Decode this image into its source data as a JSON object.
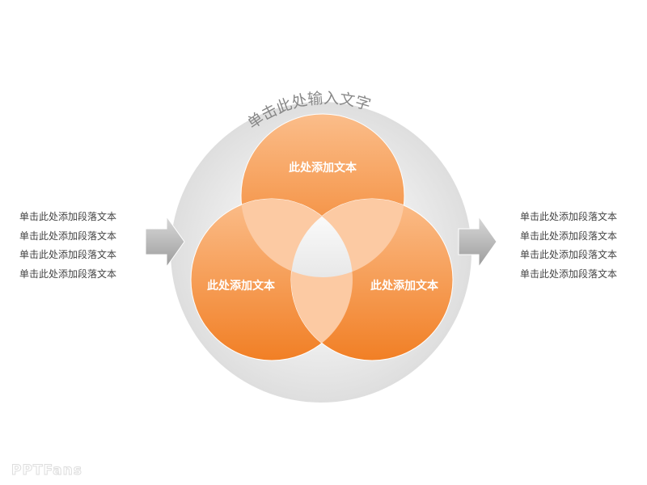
{
  "ring_title": "单击此处输入文字",
  "circles": {
    "top": "此处添加文本",
    "left": "此处添加文本",
    "right": "此处添加文本"
  },
  "left_list": [
    "单击此处添加段落文本",
    "单击此处添加段落文本",
    "单击此处添加段落文本",
    "单击此处添加段落文本"
  ],
  "right_list": [
    "单击此处添加段落文本",
    "单击此处添加段落文本",
    "单击此处添加段落文本",
    "单击此处添加段落文本"
  ],
  "logo": "PPTFans",
  "colors": {
    "orange_light": "#fbb882",
    "orange_dark": "#f07f24",
    "overlap": "#fccaa3",
    "ring": "#e6e6e6"
  }
}
